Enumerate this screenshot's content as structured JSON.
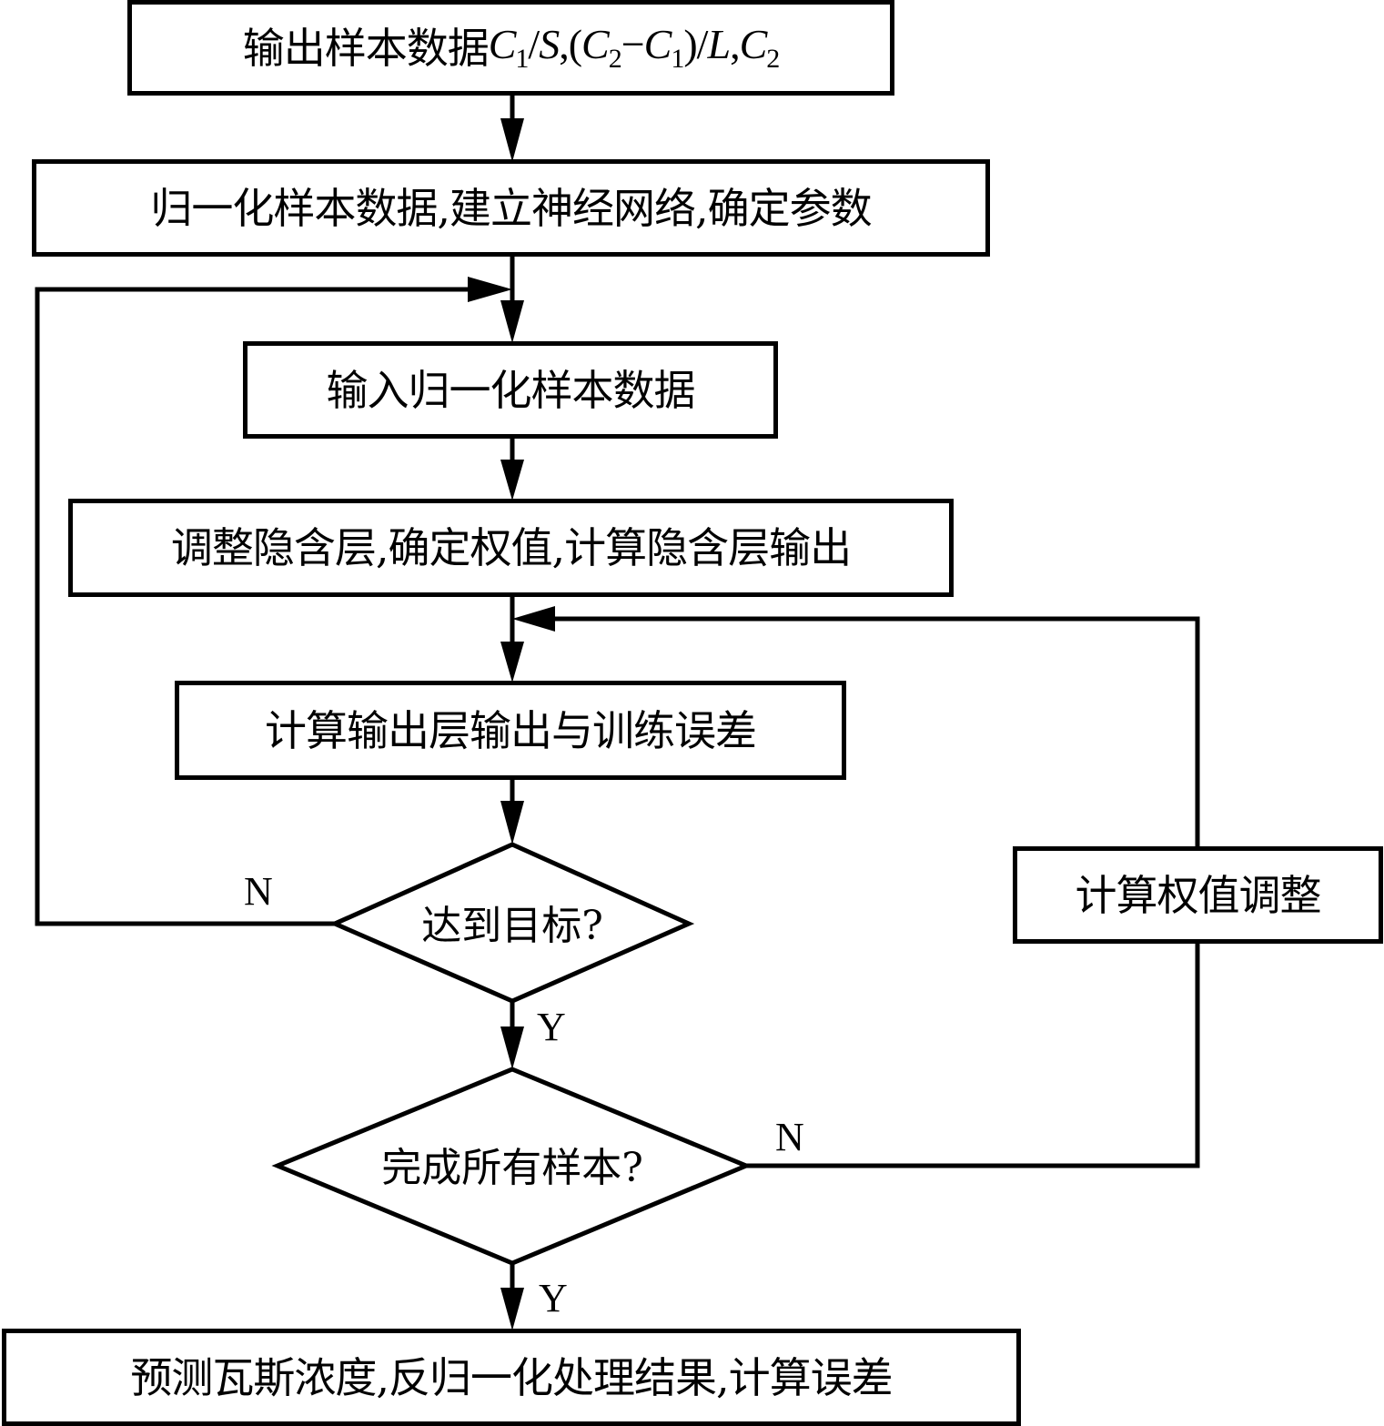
{
  "diagram": {
    "type": "flowchart",
    "nodes": {
      "output_samples": {
        "prefix": "输出样本数据",
        "formula": [
          {
            "t": "C",
            "i": true
          },
          {
            "sub": "1"
          },
          {
            "t": "/"
          },
          {
            "t": "S",
            "i": true
          },
          {
            "t": ",("
          },
          {
            "t": "C",
            "i": true
          },
          {
            "sub": "2"
          },
          {
            "t": "−"
          },
          {
            "t": "C",
            "i": true
          },
          {
            "sub": "1"
          },
          {
            "t": ")/"
          },
          {
            "t": "L",
            "i": true
          },
          {
            "t": ","
          },
          {
            "t": "C",
            "i": true
          },
          {
            "sub": "2"
          }
        ]
      },
      "normalize": "归一化样本数据,建立神经网络,确定参数",
      "input_normalized": "输入归一化样本数据",
      "hidden_layer": "调整隐含层,确定权值,计算隐含层输出",
      "output_layer": "计算输出层输出与训练误差",
      "reach_target": "达到目标?",
      "all_samples": "完成所有样本?",
      "weight_adjust": "计算权值调整",
      "predict": "预测瓦斯浓度,反归一化处理结果,计算误差"
    },
    "edge_labels": {
      "reach_target_no": "N",
      "reach_target_yes": "Y",
      "all_samples_no": "N",
      "all_samples_yes": "Y"
    },
    "edges": [
      {
        "from": "output_samples",
        "to": "normalize"
      },
      {
        "from": "normalize",
        "to": "input_normalized"
      },
      {
        "from": "input_normalized",
        "to": "hidden_layer"
      },
      {
        "from": "hidden_layer",
        "to": "output_layer"
      },
      {
        "from": "output_layer",
        "to": "reach_target"
      },
      {
        "from": "reach_target",
        "to": "input_normalized",
        "label": "N"
      },
      {
        "from": "reach_target",
        "to": "all_samples",
        "label": "Y"
      },
      {
        "from": "all_samples",
        "to": "weight_adjust",
        "label": "N"
      },
      {
        "from": "weight_adjust",
        "to": "output_layer"
      },
      {
        "from": "all_samples",
        "to": "predict",
        "label": "Y"
      }
    ]
  }
}
